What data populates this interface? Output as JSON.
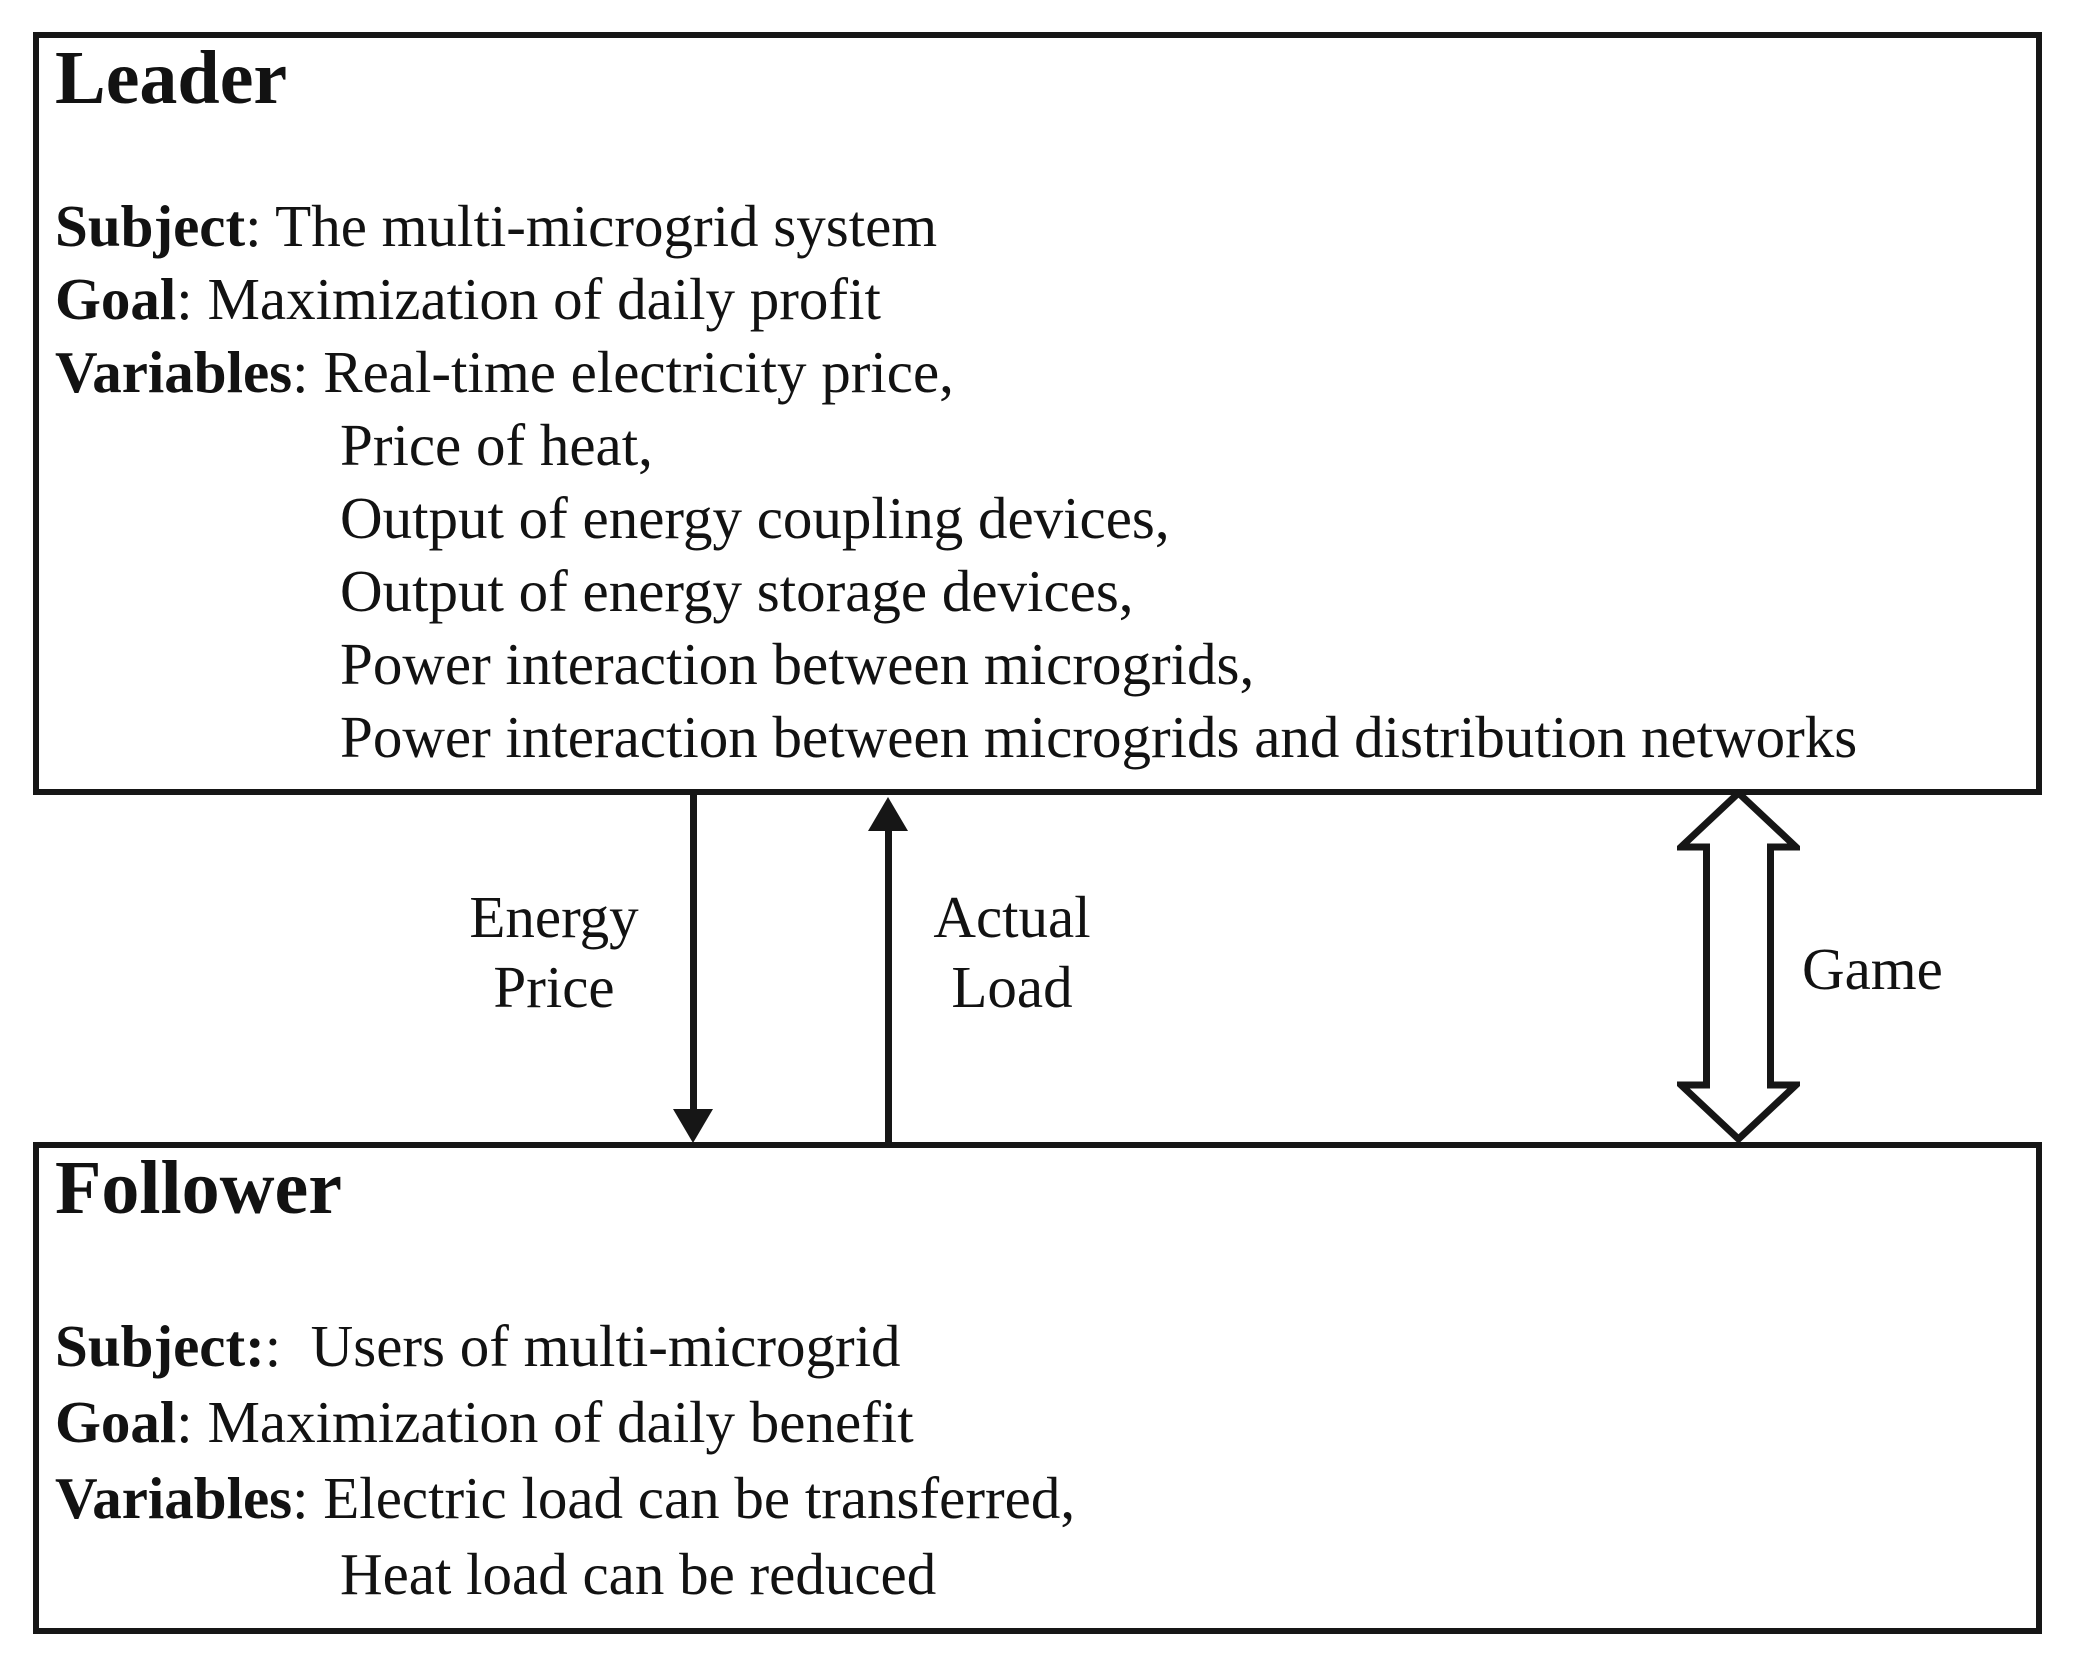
{
  "figure": {
    "colors": {
      "background": "#ffffff",
      "line": "#161616",
      "text": "#121212"
    },
    "leader_box": {
      "title": "Leader",
      "lines": [
        {
          "bold": "Subject",
          "rest": ": The multi-microgrid system",
          "indent": false
        },
        {
          "bold": "Goal",
          "rest": ": Maximization of daily profit",
          "indent": false
        },
        {
          "bold": "Variables",
          "rest": ": Real-time electricity price,",
          "indent": false
        },
        {
          "bold": "",
          "rest": "Price of heat,",
          "indent": true
        },
        {
          "bold": "",
          "rest": "Output of energy coupling devices,",
          "indent": true
        },
        {
          "bold": "",
          "rest": "Output of energy storage devices,",
          "indent": true
        },
        {
          "bold": "",
          "rest": "Power interaction between microgrids,",
          "indent": true
        },
        {
          "bold": "",
          "rest": "Power interaction between microgrids and distribution networks",
          "indent": true
        }
      ]
    },
    "follower_box": {
      "title": "Follower",
      "lines": [
        {
          "bold": "Subject:",
          "rest": ":  Users of multi-microgrid",
          "indent": false
        },
        {
          "bold": "Goal",
          "rest": ": Maximization of daily benefit",
          "indent": false
        },
        {
          "bold": "Variables",
          "rest": ": Electric load can be transferred,",
          "indent": false
        },
        {
          "bold": "",
          "rest": "Heat load can be reduced",
          "indent": true
        }
      ]
    },
    "labels": {
      "energy_price": [
        "Energy",
        "Price"
      ],
      "actual_load": [
        "Actual",
        "Load"
      ],
      "game": "Game"
    }
  }
}
